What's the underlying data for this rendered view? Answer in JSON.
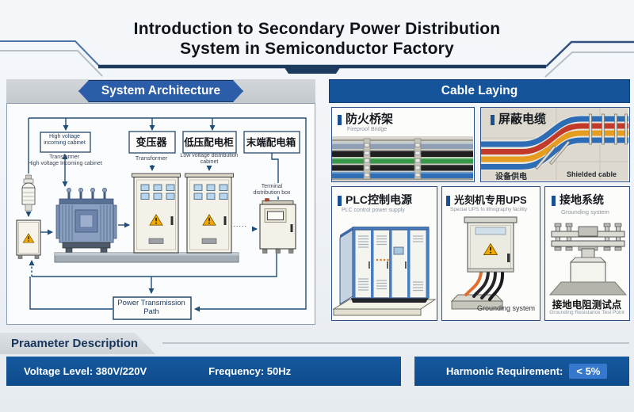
{
  "title": {
    "line1": "Introduction to Secondary Power Distribution",
    "line2": "System in Semiconductor Factory"
  },
  "system_architecture": {
    "header": "System Architecture",
    "box_hv": "High voltage incoming cabinet",
    "box_transformer": "变压器",
    "box_lv": "低压配电柜",
    "box_terminal": "末端配电箱",
    "hv_sub1": "Transformer",
    "hv_sub2": "High voltage Incoming cabinet",
    "transformer_en": "Transformer",
    "lv_en": "Low voltage distribution cabinet",
    "terminal_en": "Terminal distribution box",
    "dots": "......",
    "power_path": "Power Transmission Path"
  },
  "cable_laying": {
    "header": "Cable Laying",
    "fireproof_title": "防火桥架",
    "fireproof_subtitle": "Fireproof Bridge",
    "shielded_title": "屏蔽电缆",
    "shielded_label_left": "设备供电",
    "shielded_label_right": "Shielded cable",
    "plc_title": "PLC控制电源",
    "plc_subtitle": "PLC control power supply",
    "ups_title": "光刻机专用UPS",
    "ups_subtitle": "Special UPS fo lithography facility",
    "ups_bottom_label": "Grounding system",
    "grounding_title": "接地系统",
    "grounding_subtitle": "Grounding system",
    "grounding_caption": "接地电阻测试点",
    "grounding_caption_sub": "Grounding Resistance Test Point"
  },
  "parameters": {
    "header": "Praameter Description",
    "voltage": "Voltage Level: 380V/220V",
    "frequency": "Frequency: 50Hz",
    "harmonic_label": "Harmonic Requirement:",
    "harmonic_value": "< 5%"
  },
  "colors": {
    "primary_blue": "#15549b",
    "banner_blue": "#2b5da8",
    "navy_line": "#1f4e79",
    "warning_yellow": "#f2a900",
    "cable_green": "#3aa34d",
    "cable_red": "#c23b2a",
    "cable_orange": "#e69c1e",
    "cable_blue": "#2f6db5"
  }
}
